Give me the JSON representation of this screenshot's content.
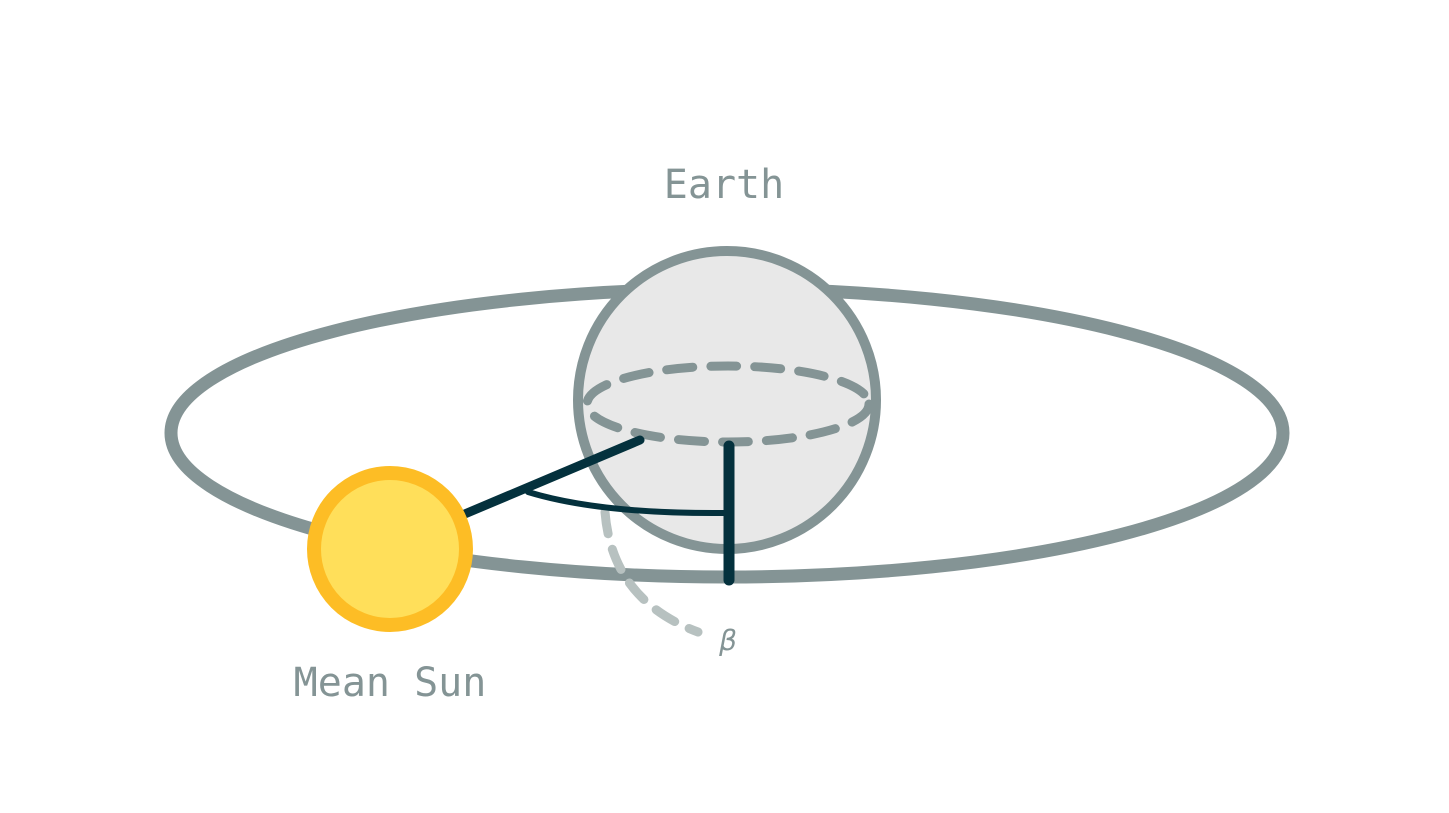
{
  "labels": {
    "earth": "Earth",
    "mean_sun": "Mean Sun",
    "beta": "β"
  },
  "colors": {
    "background": "#ffffff",
    "orbit": "#849495",
    "earth_fill": "#e8e8e8",
    "earth_stroke": "#849495",
    "sun_fill": "#ffdf5a",
    "sun_stroke": "#fdbd25",
    "vector": "#04313d",
    "beta_arc": "#b7c1c0",
    "label": "#849495"
  }
}
